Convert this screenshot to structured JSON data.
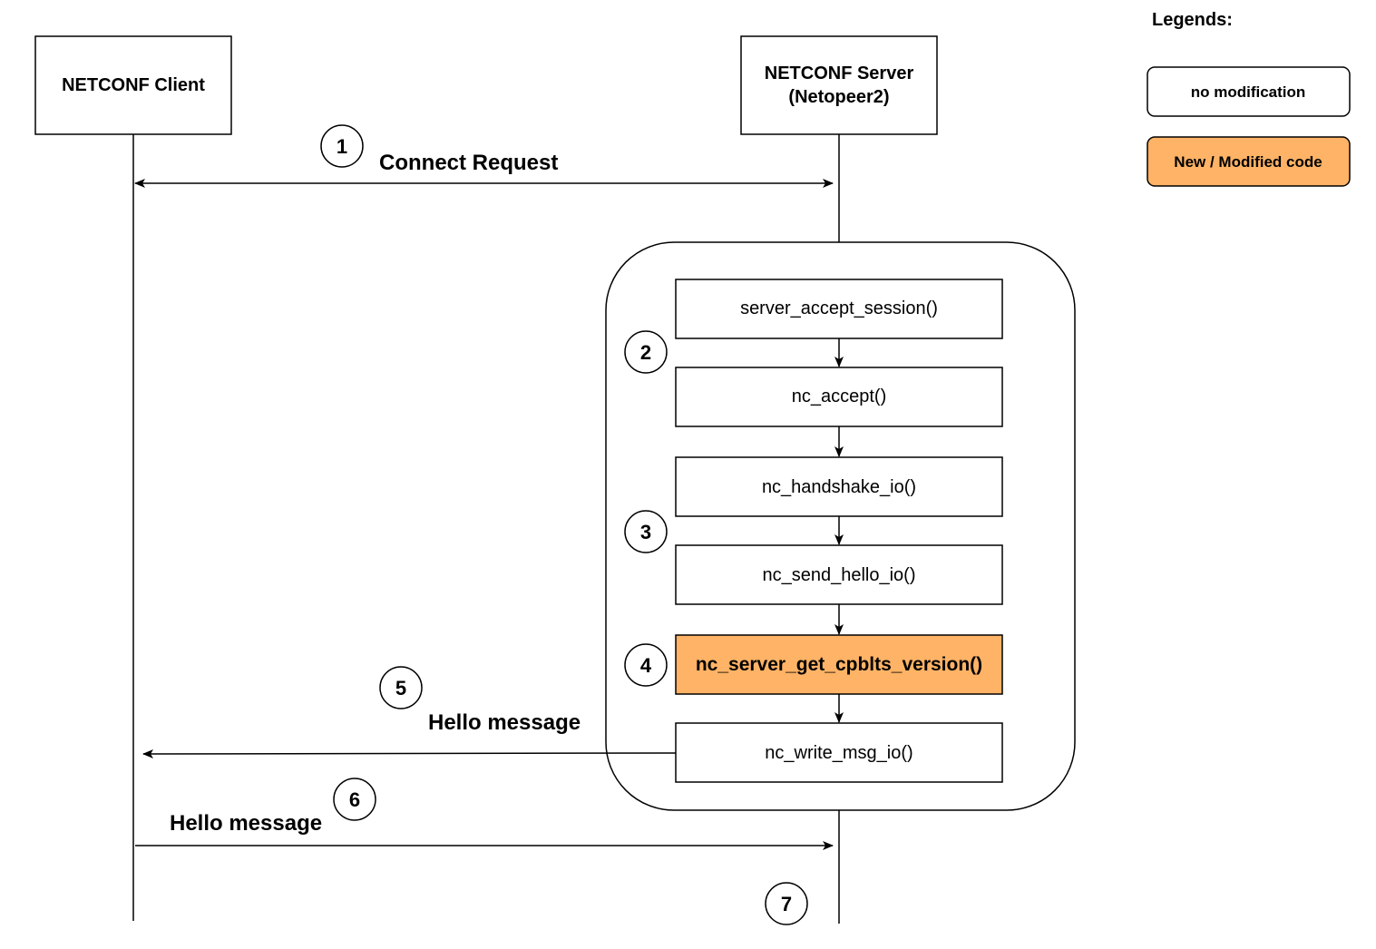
{
  "legend": {
    "title": "Legends:",
    "items": [
      {
        "label": "no modification",
        "fill": "#ffffff"
      },
      {
        "label": "New / Modified code",
        "fill": "#ffb366"
      }
    ]
  },
  "participants": {
    "client": "NETCONF Client",
    "server_line1": "NETCONF Server",
    "server_line2": "(Netopeer2)"
  },
  "messages": {
    "connect": "Connect Request",
    "hello_out": "Hello message",
    "hello_in": "Hello message"
  },
  "functions": [
    {
      "label": "server_accept_session()",
      "modified": false
    },
    {
      "label": "nc_accept()",
      "modified": false
    },
    {
      "label": "nc_handshake_io()",
      "modified": false
    },
    {
      "label": "nc_send_hello_io()",
      "modified": false
    },
    {
      "label": "nc_server_get_cpblts_version()",
      "modified": true
    },
    {
      "label": "nc_write_msg_io()",
      "modified": false
    }
  ],
  "steps": [
    "1",
    "2",
    "3",
    "4",
    "5",
    "6",
    "7"
  ],
  "colors": {
    "modified": "#ffb366",
    "stroke": "#000000"
  }
}
